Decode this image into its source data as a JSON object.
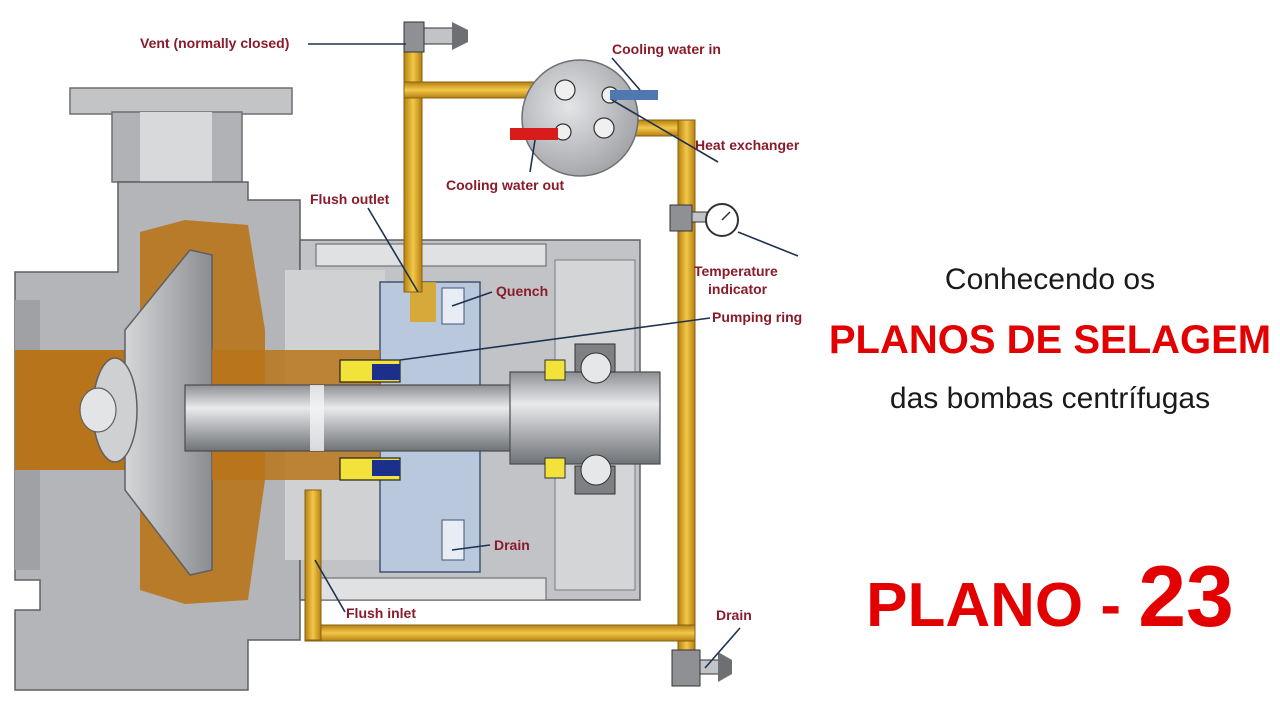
{
  "diagram": {
    "labels": {
      "vent": "Vent (normally closed)",
      "cooling_in": "Cooling water in",
      "heat_exchanger": "Heat exchanger",
      "cooling_out": "Cooling water out",
      "flush_outlet": "Flush outlet",
      "quench": "Quench",
      "pumping_ring": "Pumping ring",
      "temp_line1": "Temperature",
      "temp_line2": "indicator",
      "drain_inner": "Drain",
      "flush_inlet": "Flush inlet",
      "drain_outer": "Drain"
    },
    "colors": {
      "pipe": "#d9a41f",
      "casing": "#b7b8ba",
      "fluid": "#b8741a",
      "seal_blue": "#b9c8dd",
      "cooling_in": "#4f78b0",
      "cooling_out": "#d81b1b"
    }
  },
  "title": {
    "intro": "Conhecendo os",
    "headline": "PLANOS DE SELAGEM",
    "subtitle": "das bombas centrífugas",
    "plan_prefix": "PLANO - ",
    "plan_number": "23"
  }
}
